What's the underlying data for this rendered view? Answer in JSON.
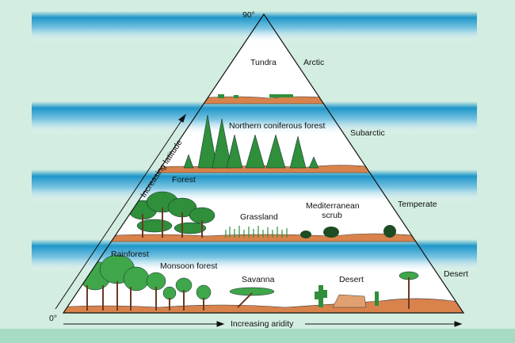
{
  "labels": {
    "apex": "90°",
    "origin": "0°",
    "latitude_axis": "Increasing latitude",
    "aridity_axis": "Increasing aridity"
  },
  "zones": {
    "arctic": "Arctic",
    "subarctic": "Subarctic",
    "temperate": "Temperate",
    "desert_zone": "Desert"
  },
  "biomes": {
    "tundra": "Tundra",
    "northern_coniferous_forest": "Northern coniferous forest",
    "forest": "Forest",
    "grassland": "Grassland",
    "mediterranean_scrub": "Mediterranean scrub",
    "rainforest": "Rainforest",
    "monsoon_forest": "Monsoon forest",
    "savanna": "Savanna",
    "desert": "Desert"
  },
  "colors": {
    "background": "#d3ede1",
    "sky": "#2a9ccc",
    "ground": "#d9824c",
    "foliage": "#2f8f3a",
    "trunk": "#6b3a22"
  }
}
